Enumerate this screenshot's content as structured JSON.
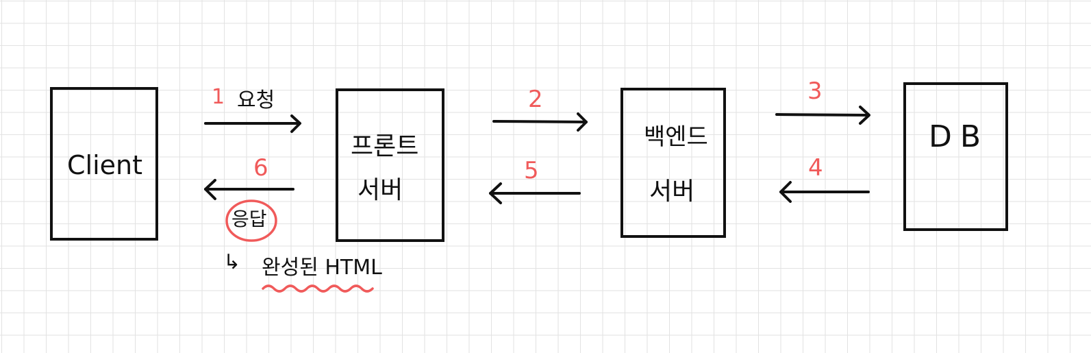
{
  "nodes": {
    "client": "Client",
    "front_line1": "프론트",
    "front_line2": "서버",
    "back_line1": "백엔드",
    "back_line2": "서버",
    "db": "DB"
  },
  "steps": {
    "s1_num": "1",
    "s1_text": "요청",
    "s2": "2",
    "s3": "3",
    "s4": "4",
    "s5": "5",
    "s6_num": "6",
    "s6_text": "응답"
  },
  "note": {
    "arrow_glyph": "↳",
    "text": "완성된 HTML"
  },
  "colors": {
    "ink": "#111111",
    "accent": "#f05a5a",
    "grid": "#e2e2e2"
  }
}
